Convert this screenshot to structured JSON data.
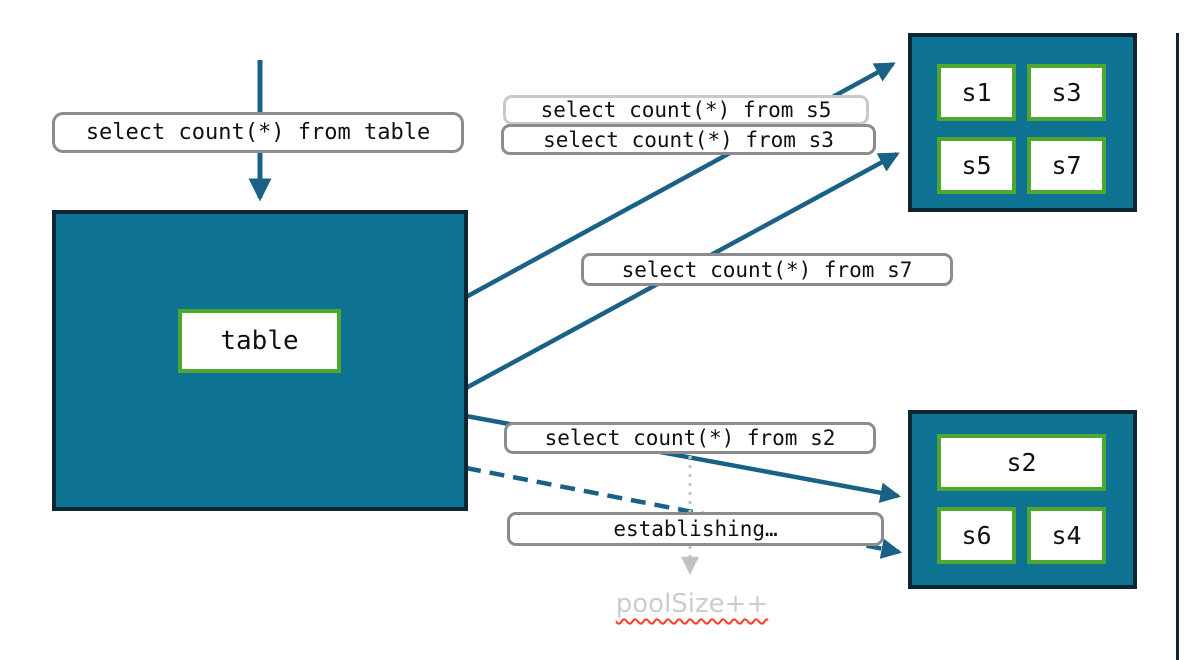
{
  "colors": {
    "teal_fill": "#0e7392",
    "dark_border": "#0c2634",
    "green_border": "#4ea72e",
    "arrow_teal": "#1a6285",
    "label_border": "#8c8c8c",
    "label_border_light": "#c9c9c9",
    "text": "#111111",
    "muted_text": "#c9cdd0",
    "squiggle_red": "#ff3b24",
    "dotted_gray": "#c6c6c6"
  },
  "table_section": {
    "query_label": "select count(*) from table",
    "table_label": "table"
  },
  "queries": {
    "s5": "select count(*) from s5",
    "s3": "select count(*) from s3",
    "s7": "select count(*) from s7",
    "s2": "select count(*) from s2",
    "establishing": "establishing…",
    "pool_size": "poolSize++"
  },
  "shards": {
    "top_group": [
      "s1",
      "s3",
      "s5",
      "s7"
    ],
    "bottom_group": [
      "s2",
      "s6",
      "s4"
    ]
  }
}
